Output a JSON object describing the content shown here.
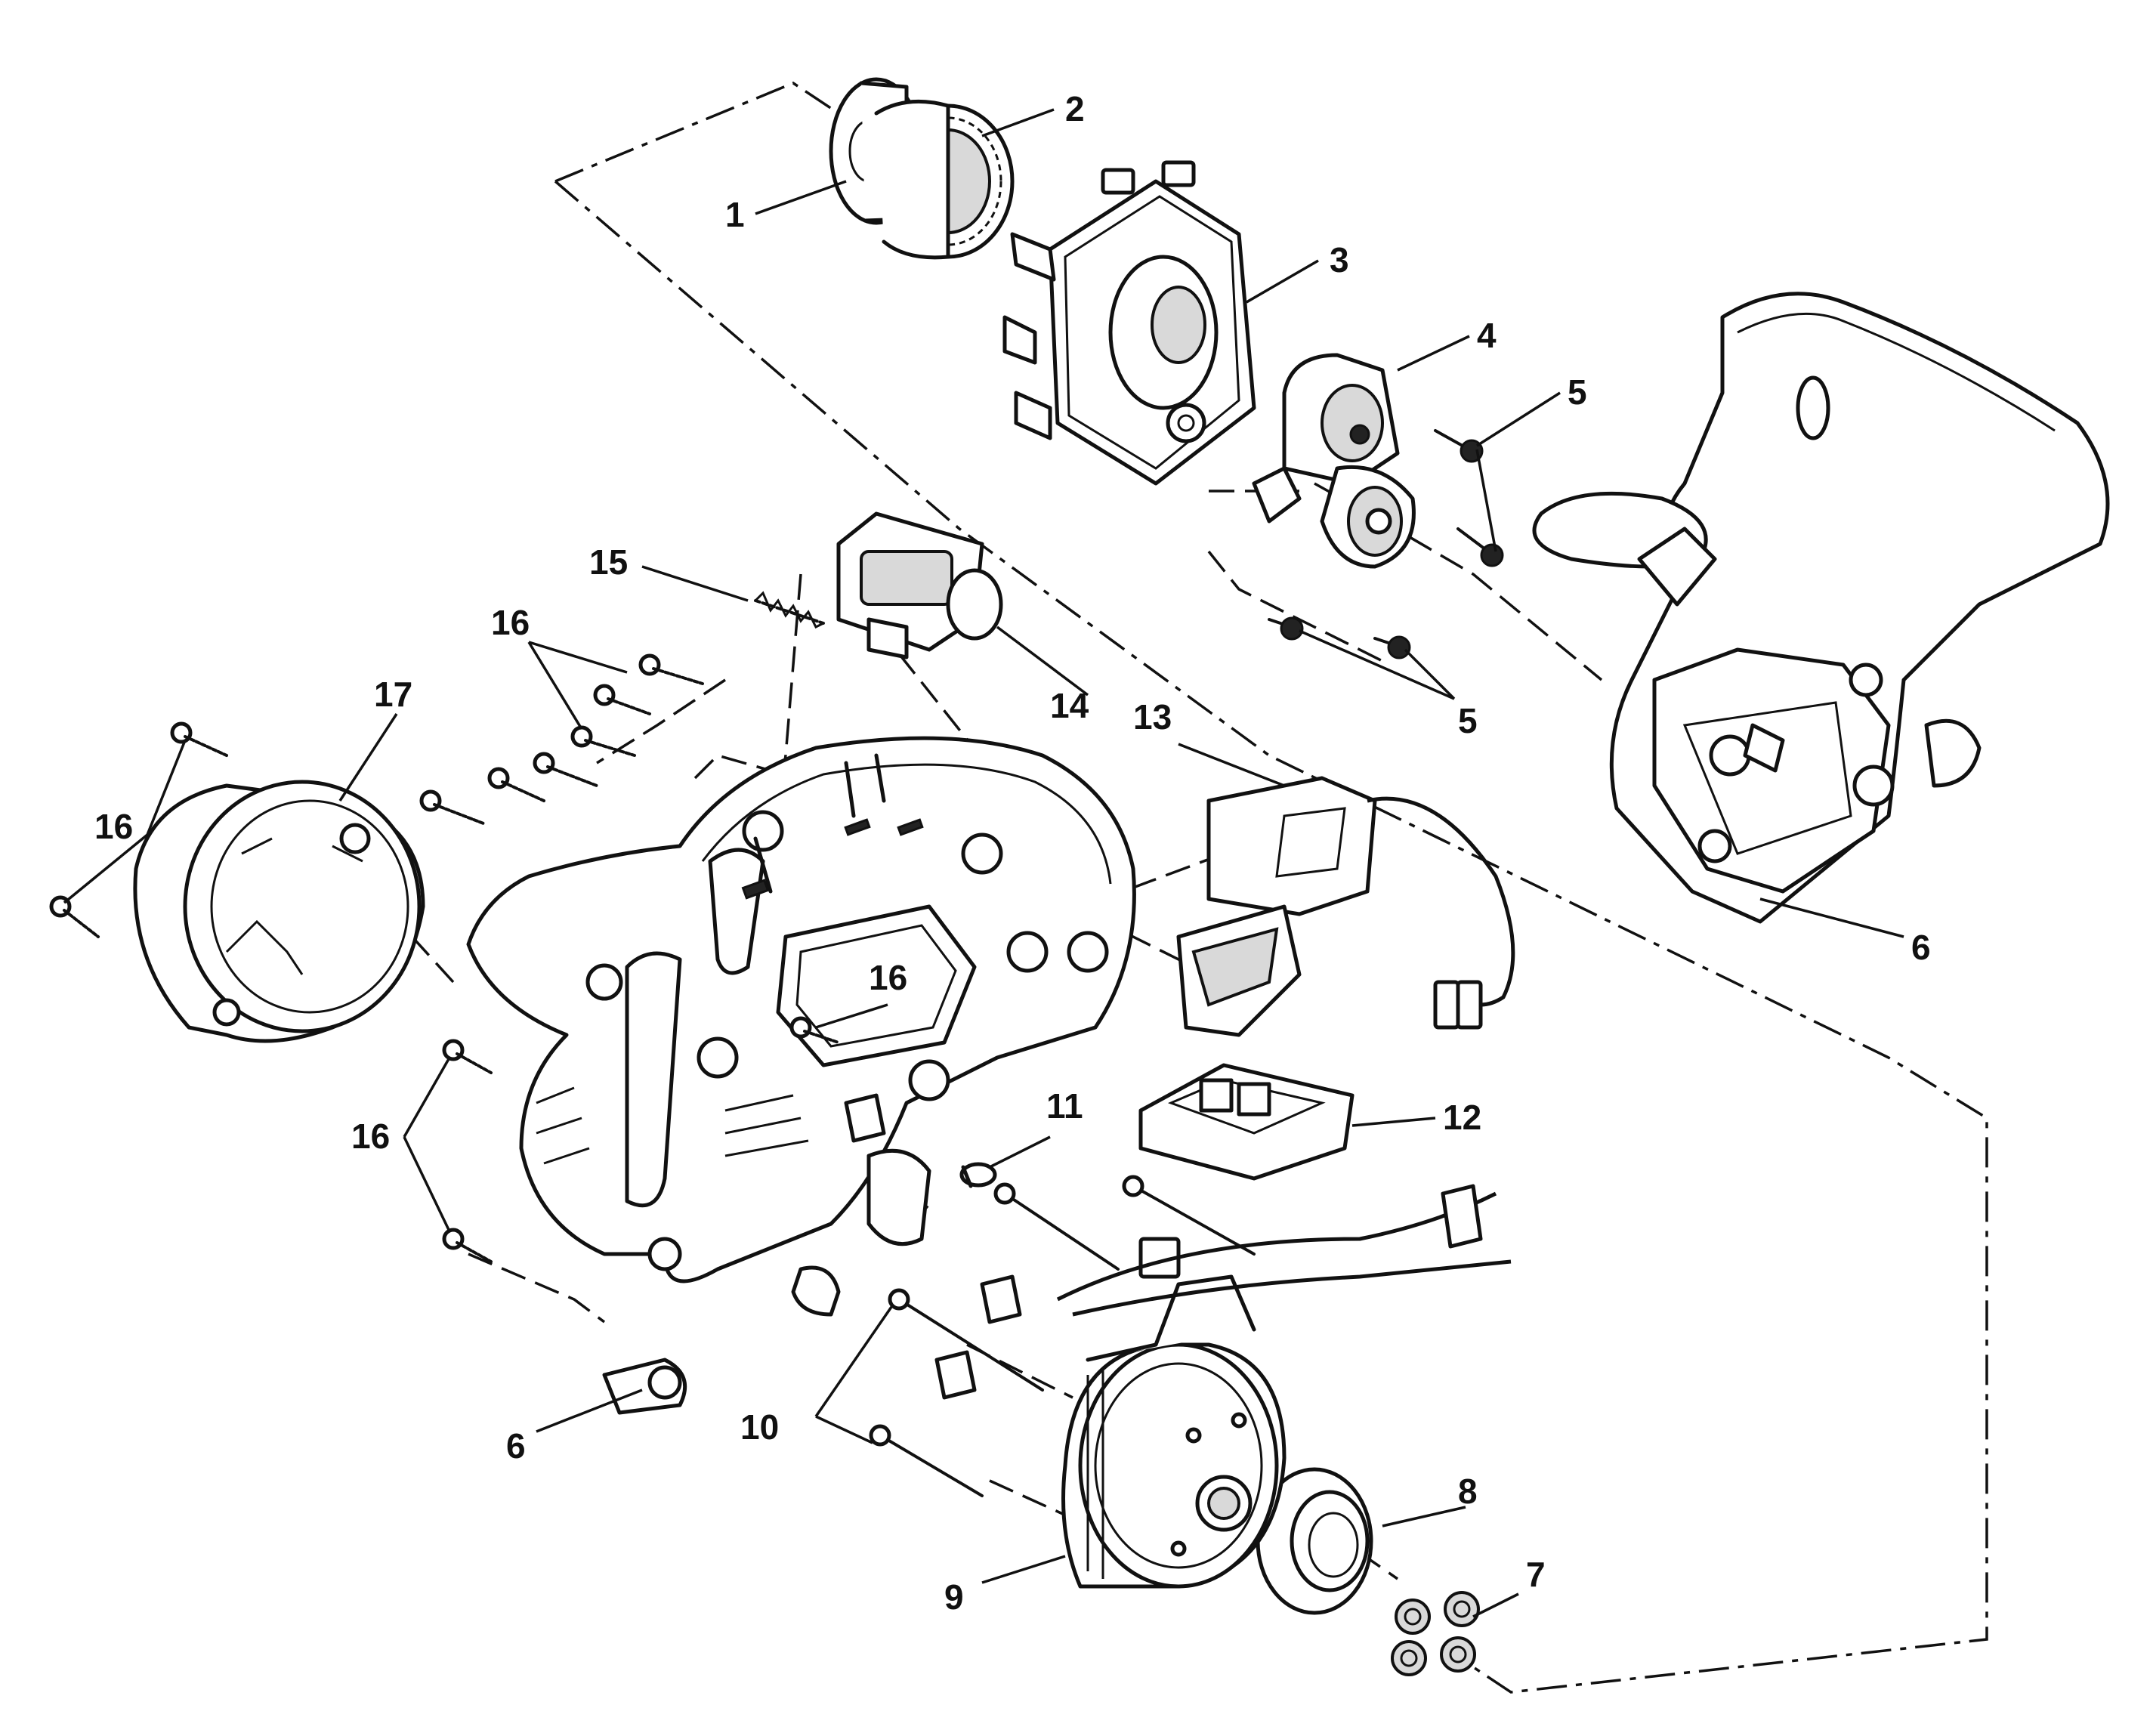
{
  "diagram": {
    "callouts": [
      {
        "id": "c1",
        "label": "1"
      },
      {
        "id": "c2",
        "label": "2"
      },
      {
        "id": "c3",
        "label": "3"
      },
      {
        "id": "c4",
        "label": "4"
      },
      {
        "id": "c5a",
        "label": "5"
      },
      {
        "id": "c5b",
        "label": "5"
      },
      {
        "id": "c6a",
        "label": "6"
      },
      {
        "id": "c6b",
        "label": "6"
      },
      {
        "id": "c7",
        "label": "7"
      },
      {
        "id": "c8",
        "label": "8"
      },
      {
        "id": "c9",
        "label": "9"
      },
      {
        "id": "c10",
        "label": "10"
      },
      {
        "id": "c11",
        "label": "11"
      },
      {
        "id": "c12",
        "label": "12"
      },
      {
        "id": "c13",
        "label": "13"
      },
      {
        "id": "c14",
        "label": "14"
      },
      {
        "id": "c15",
        "label": "15"
      },
      {
        "id": "c16a",
        "label": "16"
      },
      {
        "id": "c16b",
        "label": "16"
      },
      {
        "id": "c16c",
        "label": "16"
      },
      {
        "id": "c16d",
        "label": "16"
      },
      {
        "id": "c17",
        "label": "17"
      }
    ]
  }
}
